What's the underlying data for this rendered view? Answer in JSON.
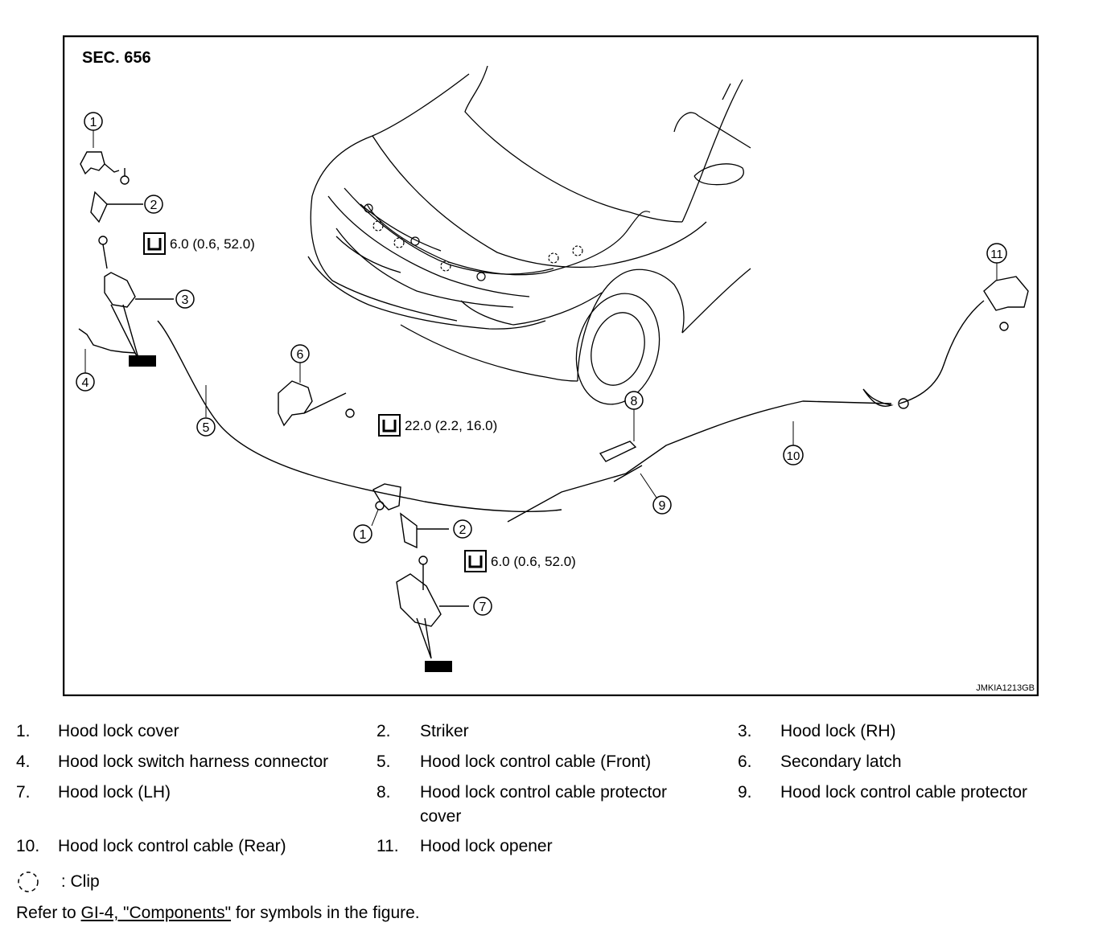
{
  "diagram": {
    "section": "SEC. 656",
    "code": "JMKIA1213GB",
    "torques": [
      {
        "id": "t1",
        "value": "6.0 (0.6, 52.0)"
      },
      {
        "id": "t2",
        "value": "22.0 (2.2, 16.0)"
      },
      {
        "id": "t3",
        "value": "6.0 (0.6, 52.0)"
      }
    ],
    "callouts": [
      "1",
      "2",
      "3",
      "4",
      "5",
      "6",
      "8",
      "9",
      "10",
      "11",
      "1",
      "2",
      "7"
    ]
  },
  "legend": {
    "items": [
      {
        "num": "1.",
        "label": "Hood lock cover"
      },
      {
        "num": "2.",
        "label": "Striker"
      },
      {
        "num": "3.",
        "label": "Hood lock (RH)"
      },
      {
        "num": "4.",
        "label": "Hood lock switch harness connector"
      },
      {
        "num": "5.",
        "label": "Hood lock control cable (Front)"
      },
      {
        "num": "6.",
        "label": "Secondary latch"
      },
      {
        "num": "7.",
        "label": "Hood lock (LH)"
      },
      {
        "num": "8.",
        "label": "Hood lock control cable protector cover"
      },
      {
        "num": "9.",
        "label": "Hood lock control cable protector"
      },
      {
        "num": "10.",
        "label": "Hood lock control cable (Rear)"
      },
      {
        "num": "11.",
        "label": "Hood lock opener"
      }
    ],
    "clip_label": ": Clip",
    "refer_prefix": "Refer to ",
    "refer_link": "GI-4, \"Components\"",
    "refer_suffix": " for symbols in the figure."
  }
}
